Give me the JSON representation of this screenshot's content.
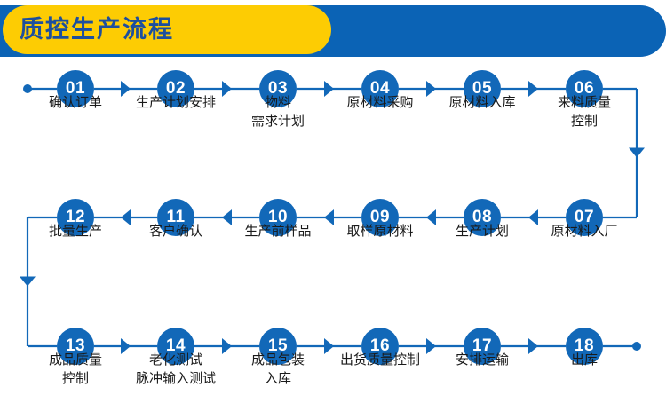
{
  "header": {
    "title": "质控生产流程",
    "yellow": "#fdcc03",
    "blue": "#0b63b5",
    "title_color": "#1d4f9e"
  },
  "theme": {
    "node_fill": "#1268b8",
    "line_color": "#1268b8",
    "label_color": "#1a1a1a"
  },
  "flow": {
    "rows": [
      {
        "direction": "left-to-right",
        "nodes": [
          {
            "number": "01",
            "label_lines": [
              "确认订单"
            ]
          },
          {
            "number": "02",
            "label_lines": [
              "生产计划安排"
            ]
          },
          {
            "number": "03",
            "label_lines": [
              "物料",
              "需求计划"
            ]
          },
          {
            "number": "04",
            "label_lines": [
              "原材料采购"
            ]
          },
          {
            "number": "05",
            "label_lines": [
              "原材料入库"
            ]
          },
          {
            "number": "06",
            "label_lines": [
              "来料质量",
              "控制"
            ]
          }
        ]
      },
      {
        "direction": "right-to-left",
        "nodes": [
          {
            "number": "12",
            "label_lines": [
              "批量生产"
            ]
          },
          {
            "number": "11",
            "label_lines": [
              "客户确认"
            ]
          },
          {
            "number": "10",
            "label_lines": [
              "生产前样品"
            ]
          },
          {
            "number": "09",
            "label_lines": [
              "取样原材料"
            ]
          },
          {
            "number": "08",
            "label_lines": [
              "生产计划"
            ]
          },
          {
            "number": "07",
            "label_lines": [
              "原材料入厂"
            ]
          }
        ]
      },
      {
        "direction": "left-to-right",
        "nodes": [
          {
            "number": "13",
            "label_lines": [
              "成品质量",
              "控制"
            ]
          },
          {
            "number": "14",
            "label_lines": [
              "老化测试",
              "脉冲输入测试"
            ]
          },
          {
            "number": "15",
            "label_lines": [
              "成品包装",
              "入库"
            ]
          },
          {
            "number": "16",
            "label_lines": [
              "出货质量控制"
            ]
          },
          {
            "number": "17",
            "label_lines": [
              "安排运输"
            ]
          },
          {
            "number": "18",
            "label_lines": [
              "出库"
            ]
          }
        ]
      }
    ]
  }
}
